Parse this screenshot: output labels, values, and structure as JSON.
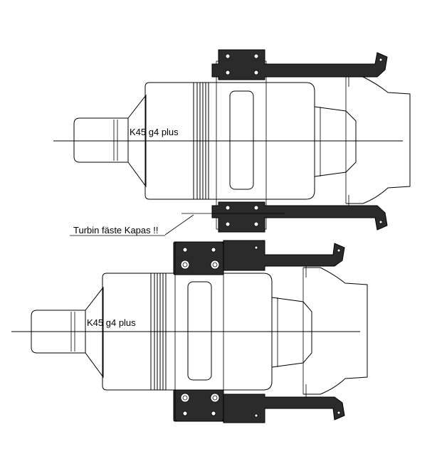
{
  "drawing": {
    "top_engine_label": "K45 g4 plus",
    "bottom_engine_label": "K45 g4 plus",
    "annotation": "Turbin fäste Kapas !!"
  }
}
